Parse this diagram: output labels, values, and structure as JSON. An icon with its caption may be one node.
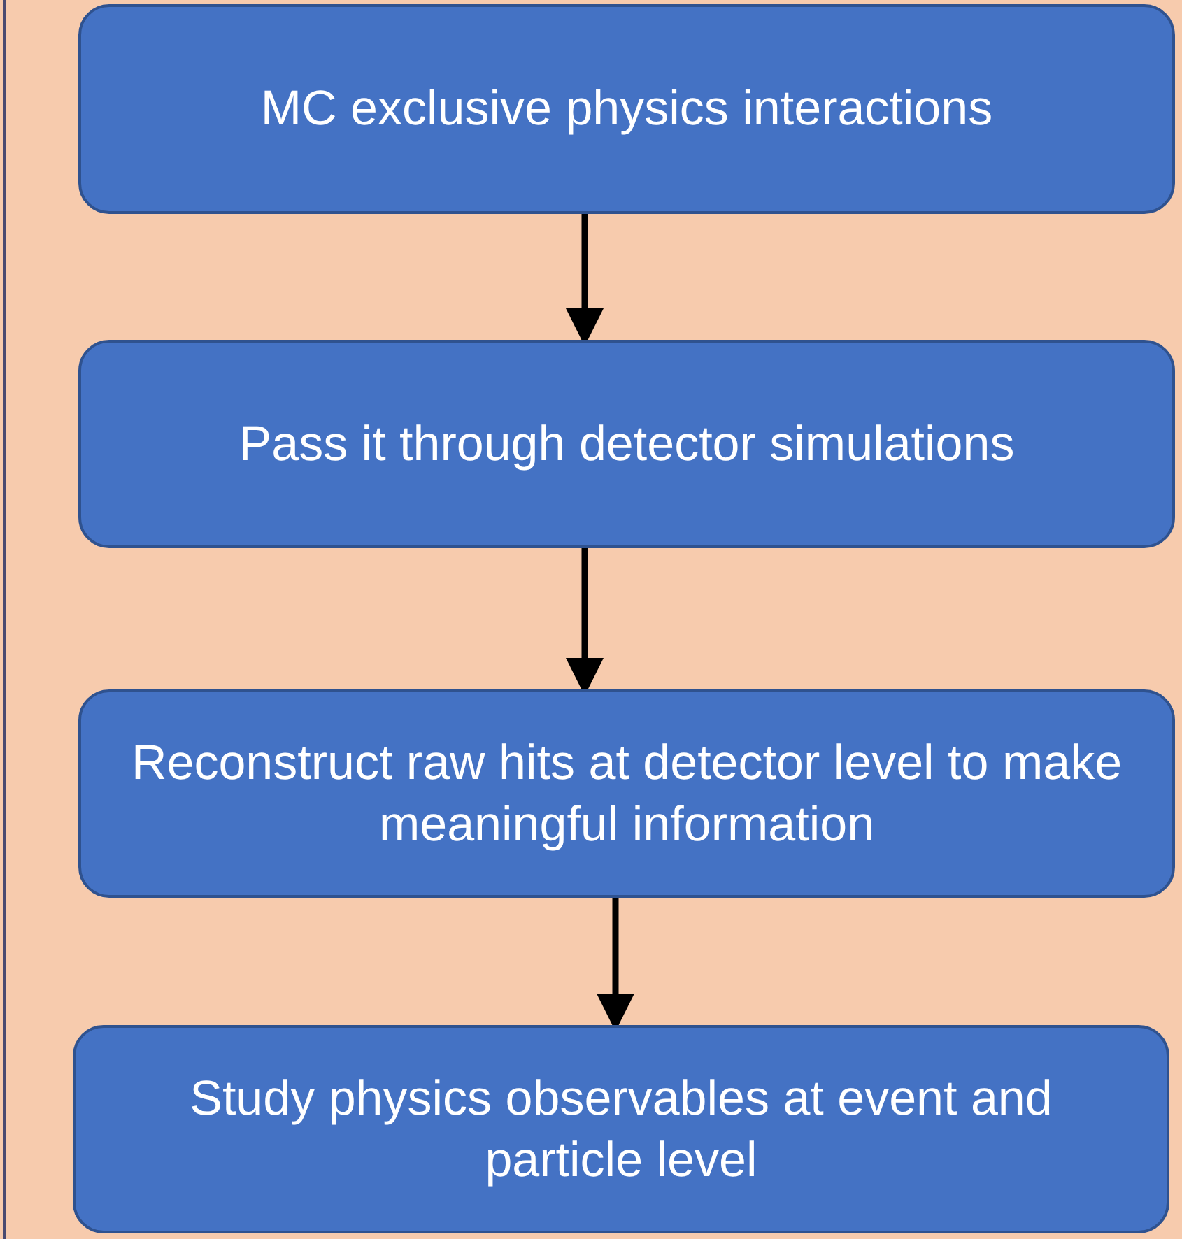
{
  "diagram": {
    "nodes": [
      {
        "text": [
          "MC exclusive physics interactions"
        ]
      },
      {
        "text": [
          "Pass it through detector simulations"
        ]
      },
      {
        "text": [
          "Reconstruct raw hits at detector level to make meaningful information"
        ]
      },
      {
        "text": [
          "Study physics observables at event and particle level"
        ]
      }
    ],
    "edges": [
      {
        "from": 0,
        "to": 1,
        "arrow": "to"
      },
      {
        "from": 1,
        "to": 2,
        "arrow": "to"
      },
      {
        "from": 2,
        "to": 3,
        "arrow": "to"
      }
    ]
  }
}
